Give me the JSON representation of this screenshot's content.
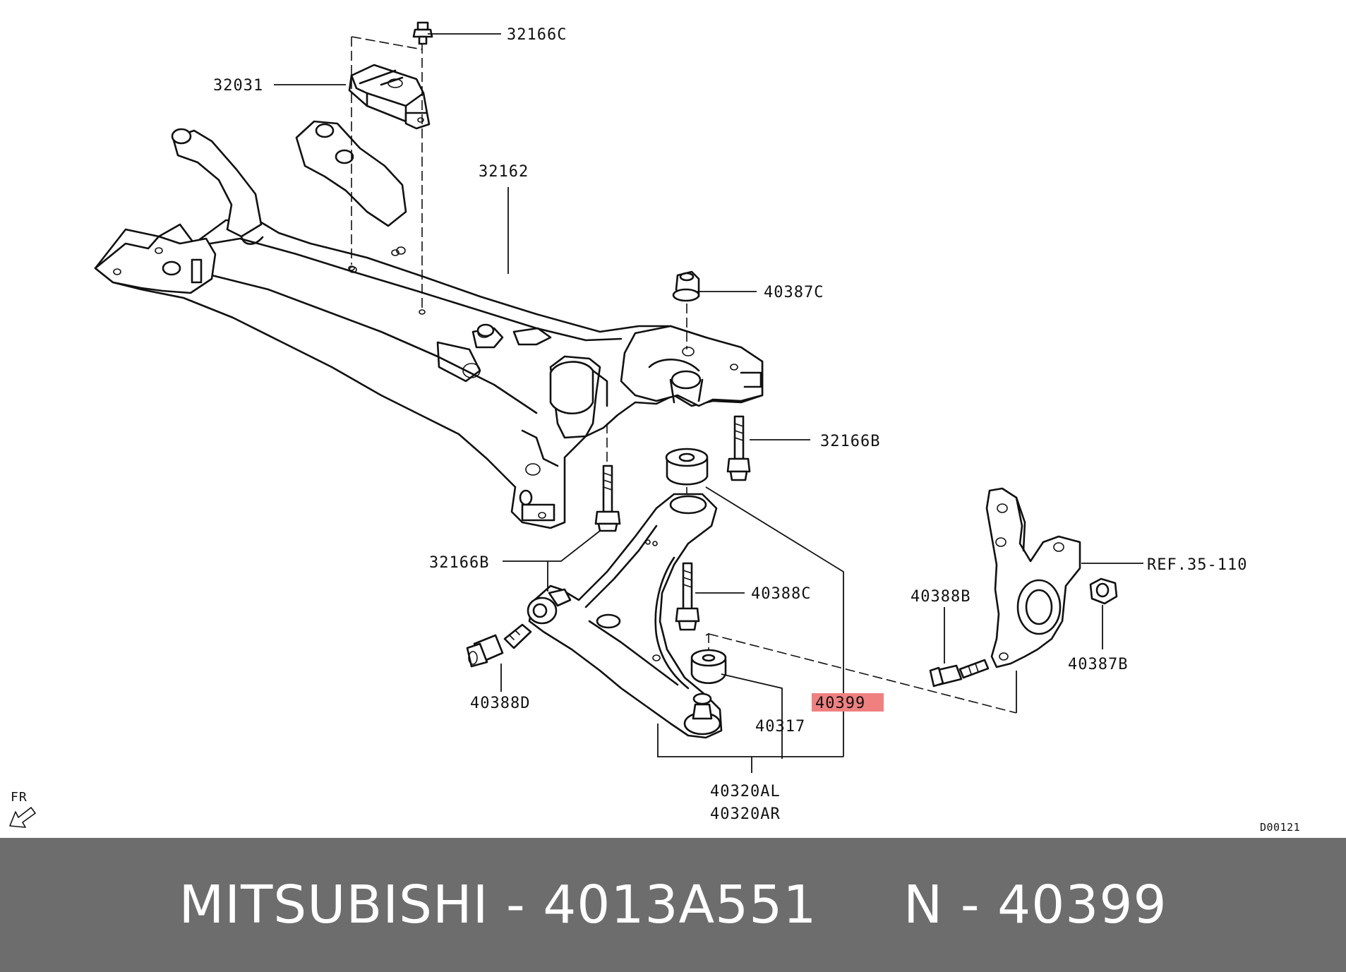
{
  "diagram": {
    "labels": {
      "l32166C": "32166C",
      "l32031": "32031",
      "l32162": "32162",
      "l40387C": "40387C",
      "l32166B_right": "32166B",
      "l32166B_left": "32166B",
      "l40388C": "40388C",
      "l40388B": "40388B",
      "lREF": "REF.35-110",
      "l40387B": "40387B",
      "l40388D": "40388D",
      "l40399": "40399",
      "l40317": "40317",
      "l40320AL": "40320AL",
      "l40320AR": "40320AR",
      "lFR": "FR",
      "lCode": "D00121"
    },
    "highlight_color": "#f08080"
  },
  "footer": {
    "text": "MITSUBISHI - 4013A551     N - 40399",
    "background": "#6d6d6d",
    "text_color": "#ffffff"
  }
}
